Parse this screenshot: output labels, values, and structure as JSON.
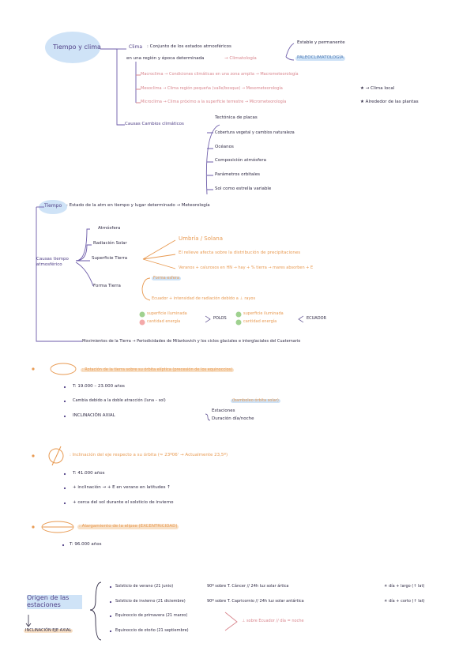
{
  "colors": {
    "purple": "#4f3f86",
    "pink": "#d9868e",
    "orange": "#e89a52",
    "blue_highlight": "#cfe3f7",
    "dark": "#2f2a44"
  },
  "section1": {
    "title": "Tiempo y clima",
    "clima_word": "Clima",
    "clima_def": ": Conjunto de los estados atmosféricos",
    "clima_def2": "en una región y época determinada",
    "arrow_climatologia": "→ Climatología",
    "estable": "Estable y permanente",
    "paleoclimatologia": "PALEOCLIMATOLOGÍA",
    "macro": "Macroclima → Condiciones climáticas en una zona amplia → Macrometeorología",
    "meso": "Mesoclima → Clima región pequeña (valle/bosque) → Mesometeorología",
    "meso_star": "★ → Clima local",
    "micro": "Microclima → Clima próximo a la superficie terrestre → Micrometeorología",
    "micro_star": "★ Alrededor de las plantas",
    "causas": "Causas Cambios climáticos",
    "causas_list": [
      "Tectónica de placas",
      "Cobertura vegetal y cambios naturaleza",
      "Océanos",
      "Composición atmósfera",
      "Parámetros orbitales",
      "Sol como estrella variable"
    ]
  },
  "section2": {
    "tiempo_word": "Tiempo",
    "tiempo_def": ": Estado de la atm en tiempo y lugar determinado → Meteorología",
    "causas": "Causas tiempo atmosférico",
    "atmosfera": "Atmósfera",
    "radiacion": "Radiación Solar",
    "superficie": "Superficie Tierra",
    "umbria": "Umbría / Solana",
    "relieve": "El relieve afecta sobre la distribución de precipitaciones",
    "veranos": "Veranos + calurosos en HN → hay + % tierra → mares absorben + E",
    "forma": "Forma Tierra",
    "forma_esfera": "Forma esfera",
    "ecuador": "Ecuador + intensidad de radiación debido a ⊥ rayos",
    "sup_iluminada": "superficie iluminada",
    "cantidad_energia": "cantidad energía",
    "polos": "POLOS",
    "sup_iluminada2": "superficie iluminada",
    "cantidad_energia2": "cantidad energía",
    "ecuador_label": "ECUADOR",
    "movimientos": "Movimientos de la Tierra → Periodicidades de Milankovich y los ciclos glaciales e interglaciales del Cuaternario"
  },
  "section3": {
    "header": ": Rotación de la tierra sobre su órbita elíptica (precesión de los equinoccios)",
    "b1": "T: 19.000 – 23.000 años",
    "b2": "Cambia debido a la doble atracción (luna – sol)",
    "b2b": "(bamboleo órbita solar)",
    "b3": "INCLINACIÓN AXIAL",
    "estaciones": "Estaciones",
    "duracion": "Duración día/noche"
  },
  "section4": {
    "header": ": Inclinación del eje respecto a su órbita (≈ 23º06' → Actualmente 23,5º)",
    "b1": "T: 41.000 años",
    "b2": "+ inclinación → + E en verano en latitudes ↑",
    "b3": "+ cerca del sol durante el solsticio de invierno"
  },
  "section5": {
    "header": ": Alargamiento de la elipse (EXCENTRICIDAD)",
    "b1": "T: 96.000 años"
  },
  "section6": {
    "title": "Origen de las estaciones",
    "inclinacion": "INCLINACIÓN EJE AXIAL",
    "rows": [
      {
        "a": "Solsticio de verano (21 junio)",
        "b": "90º sobre T. Cáncer // 24h luz solar ártica",
        "c": "☀ día + largo (↑ lat)"
      },
      {
        "a": "Solsticio de invierno (21 diciembre)",
        "b": "90º sobre T. Capricornio // 24h luz solar antártica",
        "c": "☀ día + corto (↑ lat)"
      },
      {
        "a": "Equinoccio de primavera (21 marzo)",
        "b": "",
        "c": ""
      },
      {
        "a": "Equinoccio de otoño (21 septiembre)",
        "b": "",
        "c": ""
      }
    ],
    "equinoccio_note": "⊥ sobre Ecuador // día = noche"
  }
}
